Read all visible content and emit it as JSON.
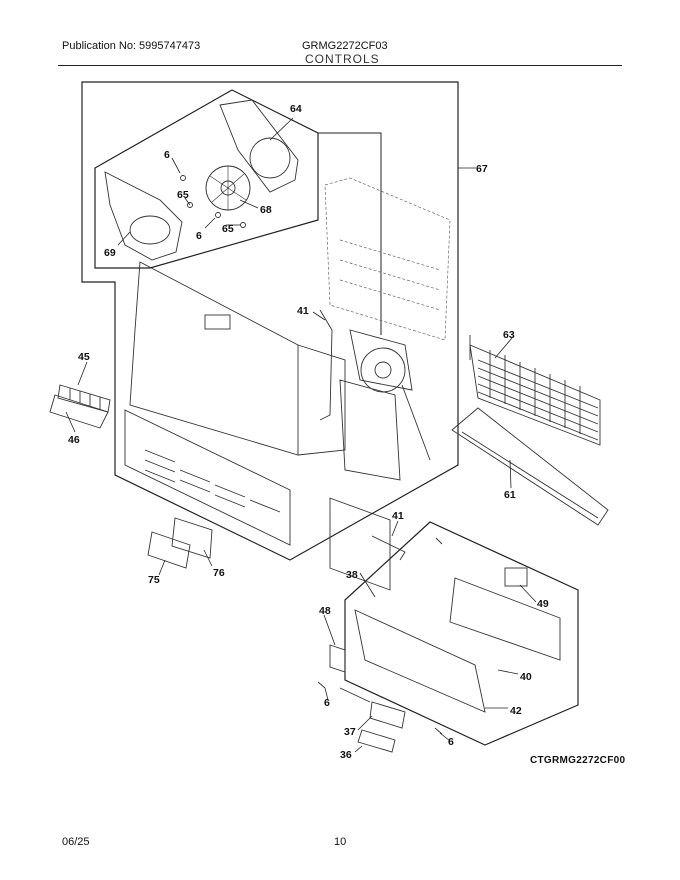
{
  "header": {
    "publication": "Publication No: 5995747473",
    "model": "GRMG2272CF03",
    "section": "CONTROLS"
  },
  "diagram": {
    "code": "CTGRMG2272CF00",
    "callouts": [
      {
        "id": "c64",
        "label": "64"
      },
      {
        "id": "c6a",
        "label": "6"
      },
      {
        "id": "c65a",
        "label": "65"
      },
      {
        "id": "c68",
        "label": "68"
      },
      {
        "id": "c6b",
        "label": "6"
      },
      {
        "id": "c65b",
        "label": "65"
      },
      {
        "id": "c69",
        "label": "69"
      },
      {
        "id": "c67",
        "label": "67"
      },
      {
        "id": "c41a",
        "label": "41"
      },
      {
        "id": "c63",
        "label": "63"
      },
      {
        "id": "c45",
        "label": "45"
      },
      {
        "id": "c46",
        "label": "46"
      },
      {
        "id": "c61",
        "label": "61"
      },
      {
        "id": "c41b",
        "label": "41"
      },
      {
        "id": "c76",
        "label": "76"
      },
      {
        "id": "c75",
        "label": "75"
      },
      {
        "id": "c38",
        "label": "38"
      },
      {
        "id": "c49",
        "label": "49"
      },
      {
        "id": "c48",
        "label": "48"
      },
      {
        "id": "c40",
        "label": "40"
      },
      {
        "id": "c6c",
        "label": "6"
      },
      {
        "id": "c42",
        "label": "42"
      },
      {
        "id": "c37",
        "label": "37"
      },
      {
        "id": "c36",
        "label": "36"
      },
      {
        "id": "c6d",
        "label": "6"
      }
    ]
  },
  "footer": {
    "date": "06/25",
    "page": "10"
  }
}
